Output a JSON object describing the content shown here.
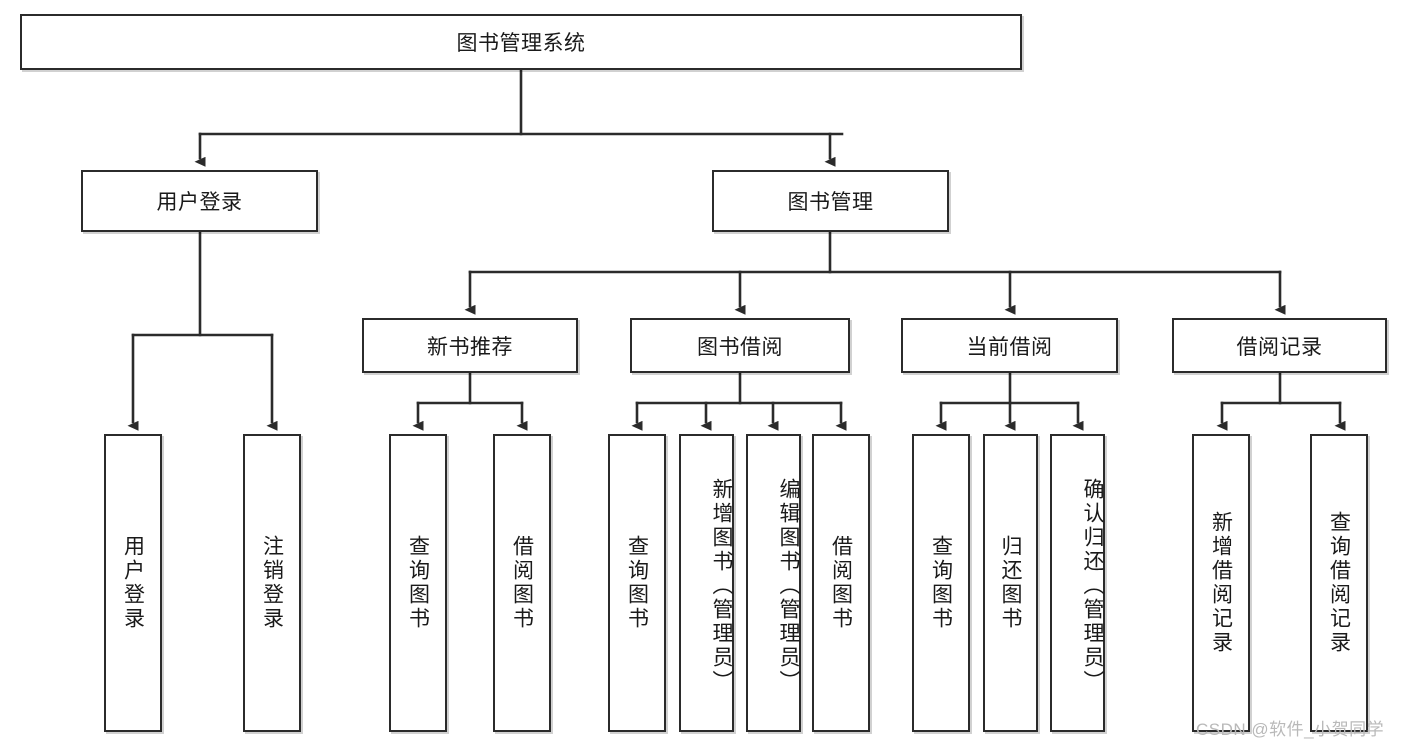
{
  "diagram": {
    "type": "tree-hierarchy",
    "title": "图书管理系统",
    "watermark": "CSDN @软件_小贺同学",
    "colors": {
      "box_border": "#2b2b2b",
      "box_fill": "#ffffff",
      "connector": "#2b2b2b",
      "text": "#1a1a1a",
      "watermark": "#b9b9b9",
      "background": "#ffffff"
    },
    "root": {
      "id": "root",
      "label": "图书管理系统"
    },
    "level1": [
      {
        "id": "user-login",
        "label": "用户登录"
      },
      {
        "id": "book-management",
        "label": "图书管理"
      }
    ],
    "level2": [
      {
        "id": "new-book-recommend",
        "label": "新书推荐",
        "parent": "book-management"
      },
      {
        "id": "book-borrow",
        "label": "图书借阅",
        "parent": "book-management"
      },
      {
        "id": "current-borrow",
        "label": "当前借阅",
        "parent": "book-management"
      },
      {
        "id": "borrow-record",
        "label": "借阅记录",
        "parent": "book-management"
      }
    ],
    "leaves": [
      {
        "id": "leaf-user-login",
        "label": "用户登录",
        "parent": "user-login"
      },
      {
        "id": "leaf-logout",
        "label": "注销登录",
        "parent": "user-login"
      },
      {
        "id": "leaf-query-book-1",
        "label": "查询图书",
        "parent": "new-book-recommend"
      },
      {
        "id": "leaf-borrow-book-1",
        "label": "借阅图书",
        "parent": "new-book-recommend"
      },
      {
        "id": "leaf-query-book-2",
        "label": "查询图书",
        "parent": "book-borrow"
      },
      {
        "id": "leaf-add-book",
        "label": "新增图书（管理员）",
        "parent": "book-borrow"
      },
      {
        "id": "leaf-edit-book",
        "label": "编辑图书（管理员）",
        "parent": "book-borrow"
      },
      {
        "id": "leaf-borrow-book-2",
        "label": "借阅图书",
        "parent": "book-borrow"
      },
      {
        "id": "leaf-query-book-3",
        "label": "查询图书",
        "parent": "current-borrow"
      },
      {
        "id": "leaf-return-book",
        "label": "归还图书",
        "parent": "current-borrow"
      },
      {
        "id": "leaf-confirm-return",
        "label": "确认归还（管理员）",
        "parent": "current-borrow"
      },
      {
        "id": "leaf-add-record",
        "label": "新增借阅记录",
        "parent": "borrow-record"
      },
      {
        "id": "leaf-query-record",
        "label": "查询借阅记录",
        "parent": "borrow-record"
      }
    ]
  }
}
